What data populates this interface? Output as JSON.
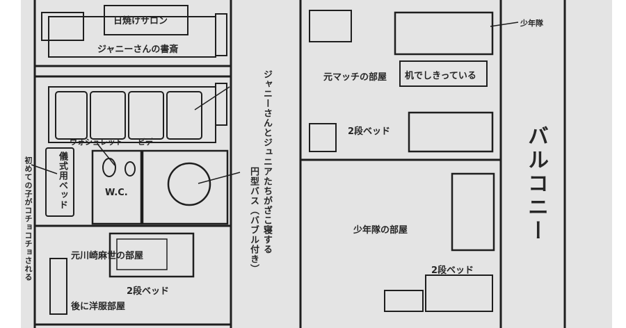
{
  "left_plan": {
    "tanning_salon": "日焼けサロン",
    "janny_study": "ジャニーさんの書斎",
    "sleep_note": "ジャニーさんとジュニアたちがざこ寝する",
    "washlet": "ウォシュレット",
    "bidet": "ビデ",
    "wc": "W.C.",
    "ceremony_bed": "儀式用ベッド",
    "first_child_note": "初めての子がコチョコチョされる",
    "round_bath": "円型バス（バブル付き）",
    "motokawasaki_room": "元川崎麻世の部屋",
    "bunk_bed": "2段ベッド",
    "later_clothes_room": "後に洋服部屋"
  },
  "right_plan": {
    "shonentai_label": "少年隊",
    "match_room": "元マッチの部屋",
    "desk_partition": "机でしきっている",
    "bunk_bed_top": "2段ベッド",
    "shonentai_room": "少年隊の部屋",
    "bunk_bed_bottom": "2段ベッド",
    "balcony": "バルコニー"
  }
}
